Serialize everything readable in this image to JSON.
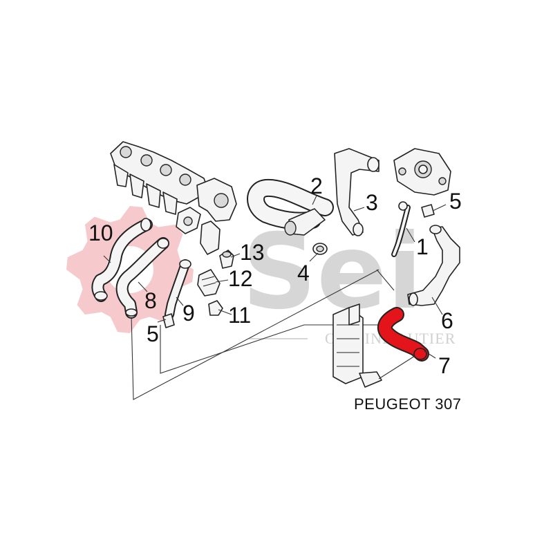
{
  "watermark": {
    "brand": "Sei",
    "tagline": "ORIGINE AUTIER",
    "gear_color": "#f6c9cc"
  },
  "vehicle_label": "PEUGEOT 307",
  "highlight_color": "#e4141b",
  "callouts": [
    {
      "id": "1",
      "text": "1"
    },
    {
      "id": "2",
      "text": "2"
    },
    {
      "id": "3",
      "text": "3"
    },
    {
      "id": "4",
      "text": "4"
    },
    {
      "id": "5a",
      "text": "5"
    },
    {
      "id": "5b",
      "text": "5"
    },
    {
      "id": "6",
      "text": "6"
    },
    {
      "id": "7",
      "text": "7"
    },
    {
      "id": "8",
      "text": "8"
    },
    {
      "id": "9",
      "text": "9"
    },
    {
      "id": "10",
      "text": "10"
    },
    {
      "id": "11",
      "text": "11"
    },
    {
      "id": "12",
      "text": "12"
    },
    {
      "id": "13",
      "text": "13"
    }
  ]
}
